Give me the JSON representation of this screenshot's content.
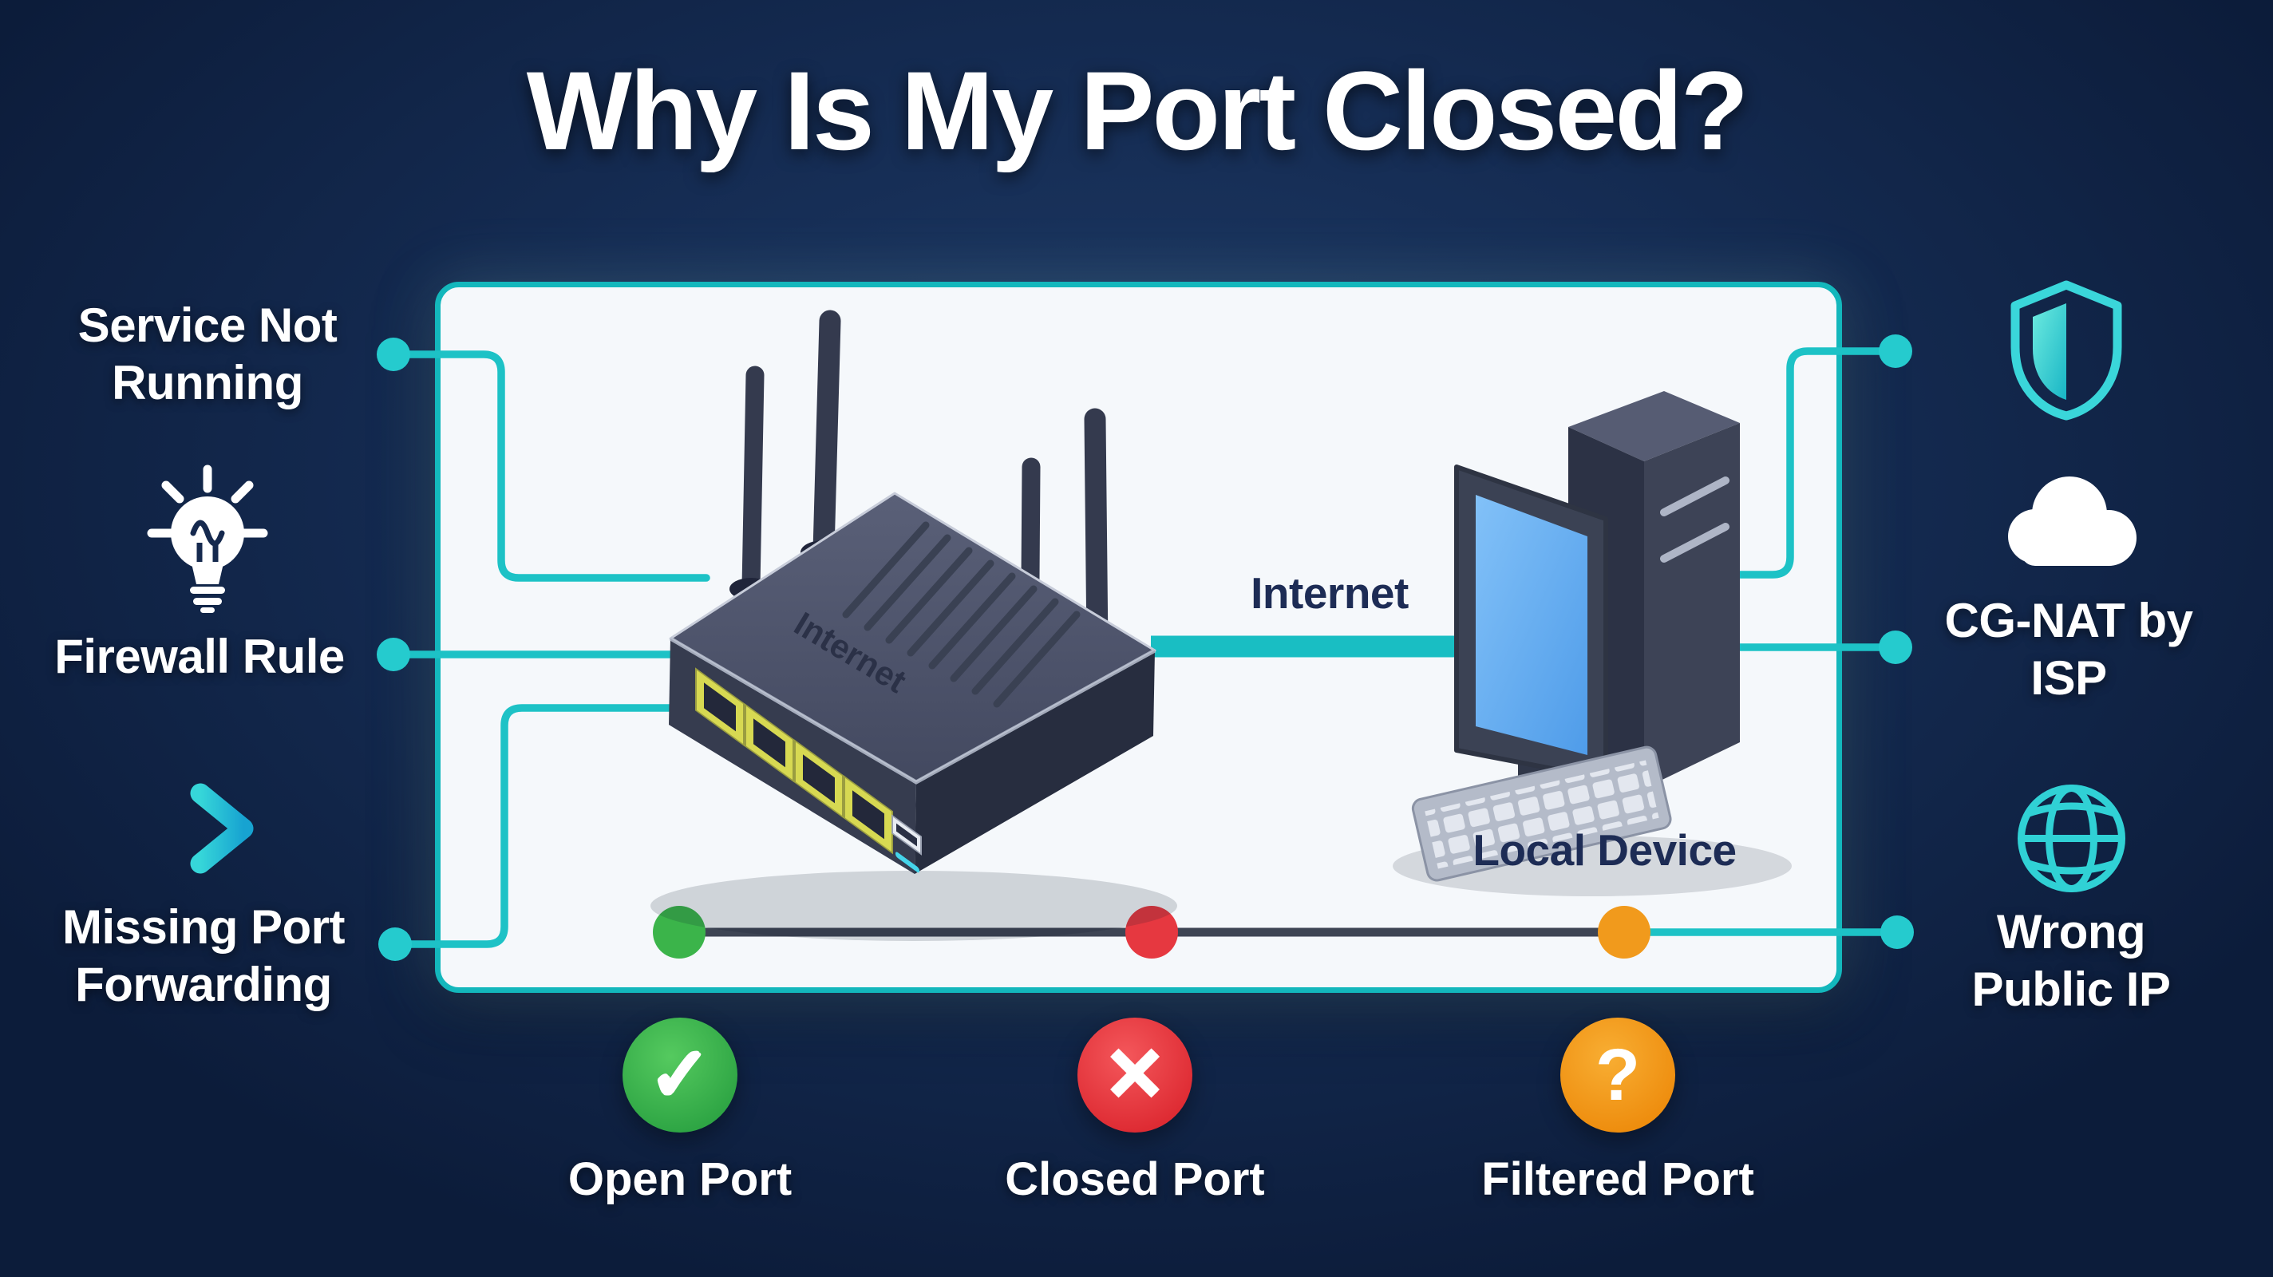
{
  "title": "Why Is My Port Closed?",
  "colors": {
    "background_navy": "#13284e",
    "accent_teal": "#1dc2c6",
    "panel_fill": "#f5f8fb",
    "panel_border": "#13b7bc",
    "device_label_navy": "#1d2c55",
    "status_line_dark": "#3e4554"
  },
  "causes_left": [
    {
      "label": "Service Not Running",
      "icon": null
    },
    {
      "label": "Firewall Rule",
      "icon": "lightbulb-icon"
    },
    {
      "label": "Missing Port Forwarding",
      "icon": "arrow-right-icon"
    }
  ],
  "causes_right": [
    {
      "label": "",
      "icon": "shield-icon"
    },
    {
      "label": "CG-NAT by ISP",
      "icon": "cloud-icon"
    },
    {
      "label": "Wrong Public IP",
      "icon": "globe-icon"
    }
  ],
  "diagram": {
    "router_label": "Internet",
    "link_label": "Internet",
    "device_label": "Local Device"
  },
  "legend": {
    "items": [
      {
        "label": "Open Port",
        "symbol": "✓",
        "color": "#3bb44a"
      },
      {
        "label": "Closed Port",
        "symbol": "✕",
        "color": "#e63840"
      },
      {
        "label": "Filtered Port",
        "symbol": "?",
        "color": "#f19a1c"
      }
    ]
  }
}
